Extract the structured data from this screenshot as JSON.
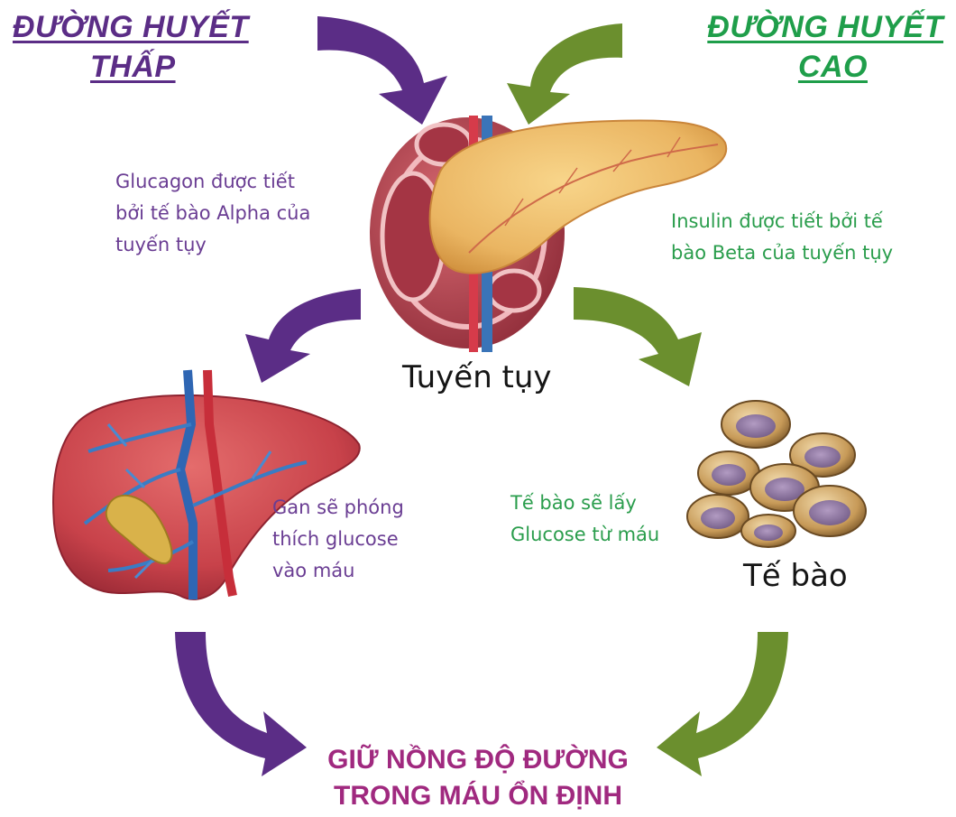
{
  "headings": {
    "low": [
      "ĐƯỜNG HUYẾT",
      "THẤP"
    ],
    "high": [
      "ĐƯỜNG HUYẾT",
      "CAO"
    ]
  },
  "notes": {
    "glucagon": [
      "Glucagon được tiết",
      "bởi tế bào Alpha của",
      "tuyến tụy"
    ],
    "insulin": [
      "Insulin được tiết bởi tế",
      "bào Beta của tuyến tụy"
    ],
    "liver": [
      "Gan sẽ phóng",
      "thích glucose",
      "vào máu"
    ],
    "cells": [
      "Tế bào sẽ lấy",
      "Glucose từ máu"
    ]
  },
  "labels": {
    "pancreas": "Tuyến tụy",
    "cells": "Tế bào"
  },
  "result": [
    "GIỮ NỒNG ĐỘ ĐƯỜNG",
    "TRONG MÁU ỔN ĐỊNH"
  ],
  "colors": {
    "low_path": "#5b2d86",
    "high_path": "#6b8f2e",
    "low_text": "#6a3d93",
    "high_text": "#2a9d4c",
    "result_text": "#a0297f"
  }
}
